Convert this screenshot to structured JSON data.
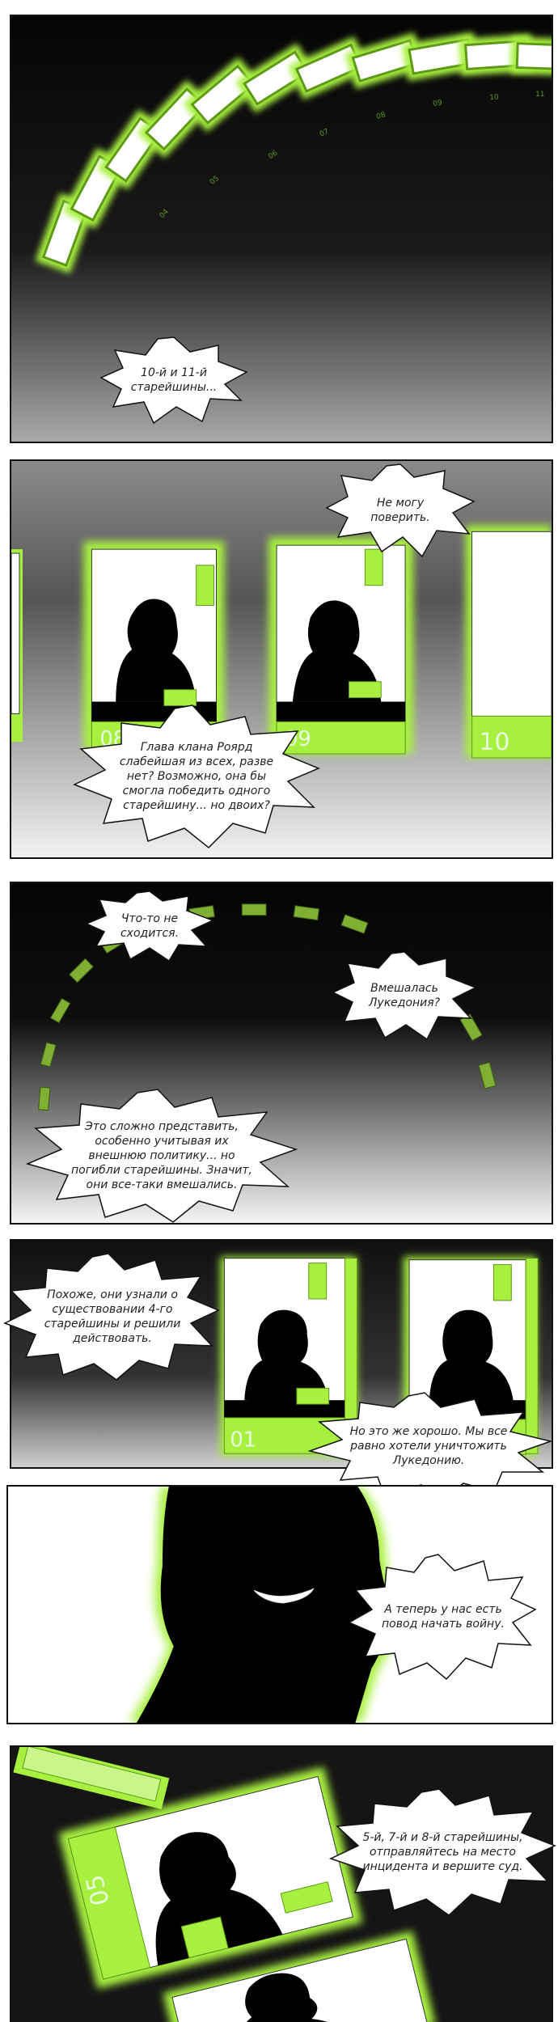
{
  "colors": {
    "glow": "#a8f040",
    "glow_dark": "#5e9a18",
    "ink": "#111111",
    "paper": "#ffffff"
  },
  "panels": [
    {
      "bubbles": [
        {
          "text": "10-й и 11-й старейшины..."
        }
      ],
      "plate_numbers": [
        "04",
        "05",
        "06",
        "07",
        "08",
        "09",
        "10",
        "11"
      ]
    },
    {
      "bubbles": [
        {
          "text": "Не могу поверить."
        },
        {
          "text": "Глава клана Роярд слабейшая из всех, разве нет? Возможно, она бы смогла победить одного старейшину... но двоих?"
        }
      ],
      "plate_numbers": [
        "08",
        "09",
        "10"
      ]
    },
    {
      "bubbles": [
        {
          "text": "Что-то не сходится."
        },
        {
          "text": "Вмешалась Лукедония?"
        },
        {
          "text": "Это сложно представить, особенно учитывая их внешнюю политику... но погибли старейшины. Значит, они все-таки вмешались."
        }
      ]
    },
    {
      "bubbles": [
        {
          "text": "Похоже, они узнали о существовании 4-го старейшины и решили действовать."
        },
        {
          "text": "Но это же хорошо. Мы все равно хотели уничтожить Лукедонию."
        }
      ],
      "plate_numbers": [
        "01"
      ]
    },
    {
      "bubbles": [
        {
          "text": "А теперь у нас есть повод начать войну."
        }
      ]
    },
    {
      "bubbles": [
        {
          "text": "5-й, 7-й и 8-й старейшины, отправляйтесь на место инцидента и вершите суд."
        }
      ],
      "plate_numbers": [
        "05"
      ]
    }
  ]
}
